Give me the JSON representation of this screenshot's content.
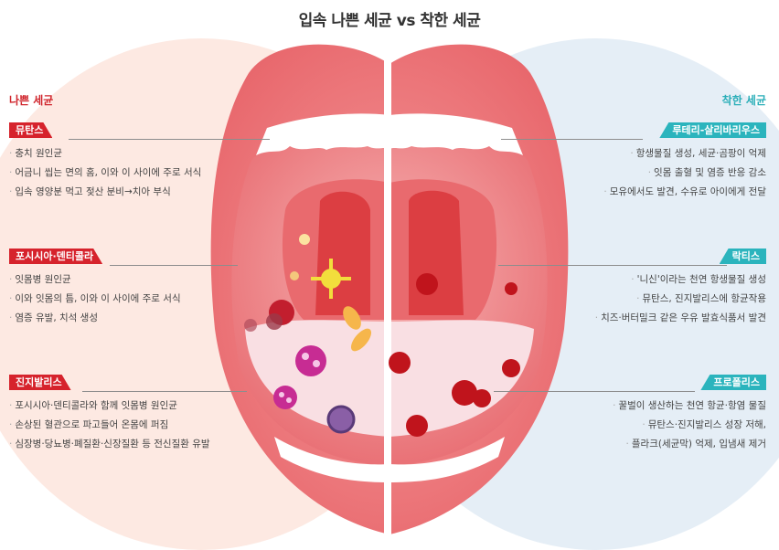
{
  "title": "입속 나쁜 세균 vs 착한 세균",
  "colors": {
    "bad_accent": "#d6232c",
    "good_accent": "#2bb4bd",
    "bad_background": "#fde9e2",
    "good_background": "#e5eef6",
    "lip": "#ef7c7f",
    "throat": "#d9363b"
  },
  "bad_bacteria": {
    "heading": "나쁜 세균",
    "items": [
      {
        "name": "뮤탄스",
        "facts": [
          "충치 원인균",
          "어금니 씹는 면의 홈, 이와 이 사이에 주로 서식",
          "입속 영양분 먹고 젖산 분비→치아 부식"
        ]
      },
      {
        "name": "포시시아·덴티콜라",
        "facts": [
          "잇몸병 원인균",
          "이와 잇몸의 틈, 이와 이 사이에 주로 서식",
          "염증 유발, 치석 생성"
        ]
      },
      {
        "name": "진지발리스",
        "facts": [
          "포시시아·덴티콜라와 함께 잇몸병 원인균",
          "손상된 혈관으로 파고들어 온몸에 퍼짐",
          "심장병·당뇨병·폐질환·신장질환 등 전신질환 유발"
        ]
      }
    ]
  },
  "good_bacteria": {
    "heading": "착한 세균",
    "items": [
      {
        "name": "루테리-살리바리우스",
        "facts": [
          "항생물질 생성, 세균·곰팡이 억제",
          "잇몸 출혈 및 염증 반응 감소",
          "모유에서도 발견, 수유로 아이에게 전달"
        ]
      },
      {
        "name": "락티스",
        "facts": [
          "'니신'이라는 천연 항생물질 생성",
          "뮤탄스, 진지발리스에 항균작용",
          "치즈·버터밀크 같은 우유 발효식품서 발견"
        ]
      },
      {
        "name": "프로폴리스",
        "facts": [
          "꿀벌이 생산하는 천연 항균·항염 물질",
          "뮤탄스·진지발리스 성장 저해,",
          "플라크(세균막) 억제, 입냄새 제거"
        ]
      }
    ]
  }
}
